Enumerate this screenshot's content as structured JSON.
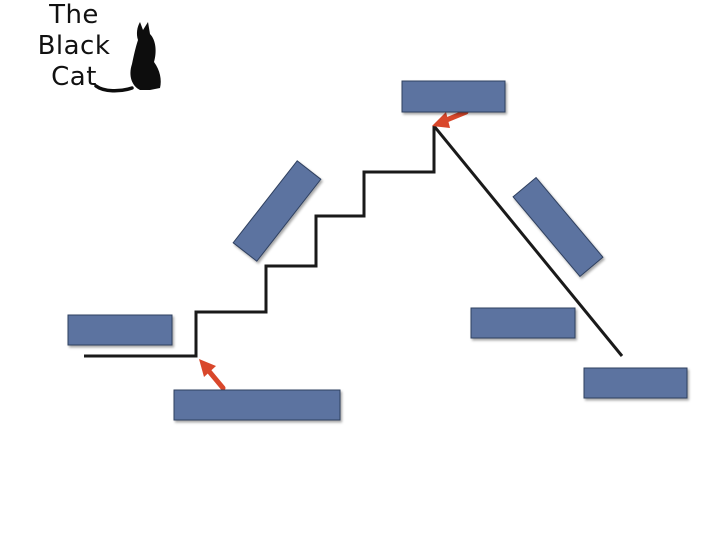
{
  "logo": {
    "line1": "The",
    "line2": "Black",
    "line3": "Cat",
    "icon": "black-cat-silhouette"
  },
  "diagram": {
    "description_free": true,
    "label_boxes": [
      {
        "id": "left-start",
        "text": ""
      },
      {
        "id": "bottom-center",
        "text": ""
      },
      {
        "id": "stairs-diagonal",
        "text": ""
      },
      {
        "id": "peak",
        "text": ""
      },
      {
        "id": "descent-diagonal",
        "text": ""
      },
      {
        "id": "right-middle",
        "text": ""
      },
      {
        "id": "right-end",
        "text": ""
      }
    ],
    "colors": {
      "box_fill": "#5b73a0",
      "box_border": "#2f3f5e",
      "line": "#1a1a1a",
      "arrow": "#d9472b"
    }
  }
}
